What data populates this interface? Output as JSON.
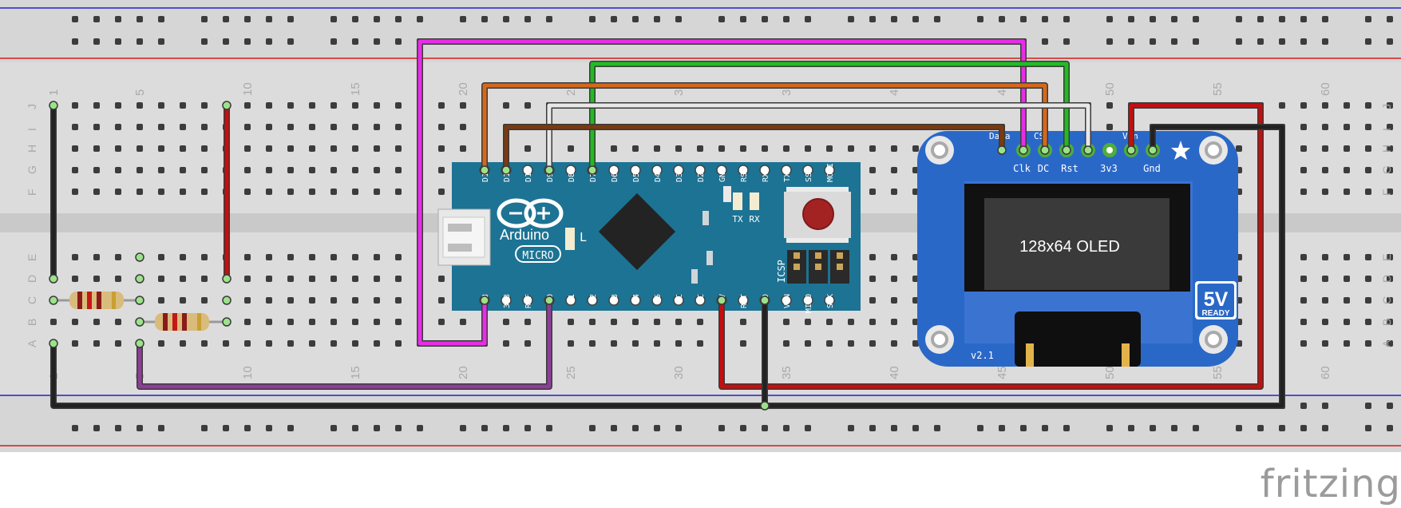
{
  "breadboard": {
    "column_numbers": [
      "1",
      "5",
      "10",
      "15",
      "20",
      "25",
      "30",
      "35",
      "40",
      "45",
      "50",
      "55",
      "60"
    ],
    "row_letters_top": [
      "J",
      "I",
      "H",
      "G",
      "F"
    ],
    "row_letters_bottom": [
      "E",
      "D",
      "C",
      "B",
      "A"
    ],
    "rail_colors": {
      "positive": "#d81b1b",
      "negative": "#2323c8"
    }
  },
  "arduino": {
    "brand": "Arduino",
    "model": "MICRO",
    "led_labels": [
      "L",
      "TX",
      "RX"
    ],
    "icsp_label": "ICSP",
    "top_pins": [
      "D12",
      "D11",
      "D10",
      "D9",
      "D8",
      "D7",
      "D6",
      "D5",
      "D4",
      "D3",
      "D2",
      "GND",
      "RST",
      "RX1",
      "TX1",
      "SS",
      "MOSI"
    ],
    "bottom_pins": [
      "D13",
      "3V3",
      "REF",
      "A0",
      "A1",
      "A2",
      "A3",
      "A4",
      "A5",
      "NC",
      "NC",
      "5V",
      "RST",
      "GND",
      "VIN",
      "MISO",
      "SCK"
    ],
    "board_color": "#1d7393"
  },
  "oled": {
    "screen_text": "128x64 OLED",
    "pins_top_labels": [
      "Data",
      "CS"
    ],
    "pins_bottom_labels": [
      "Clk",
      "DC",
      "Rst",
      "3v3",
      "Gnd"
    ],
    "vin_label": "Vin",
    "badge_big": "5V",
    "badge_small": "READY",
    "version": "v2.1",
    "board_color": "#2a68c8"
  },
  "wires": {
    "colors": {
      "magenta": "#e62ee6",
      "green": "#22bb22",
      "orange": "#d4691c",
      "white": "#e8e8e8",
      "brown": "#7a3a10",
      "red": "#c40f0f",
      "black": "#222222",
      "purple": "#8c3f96"
    }
  },
  "watermark": "fritzing"
}
